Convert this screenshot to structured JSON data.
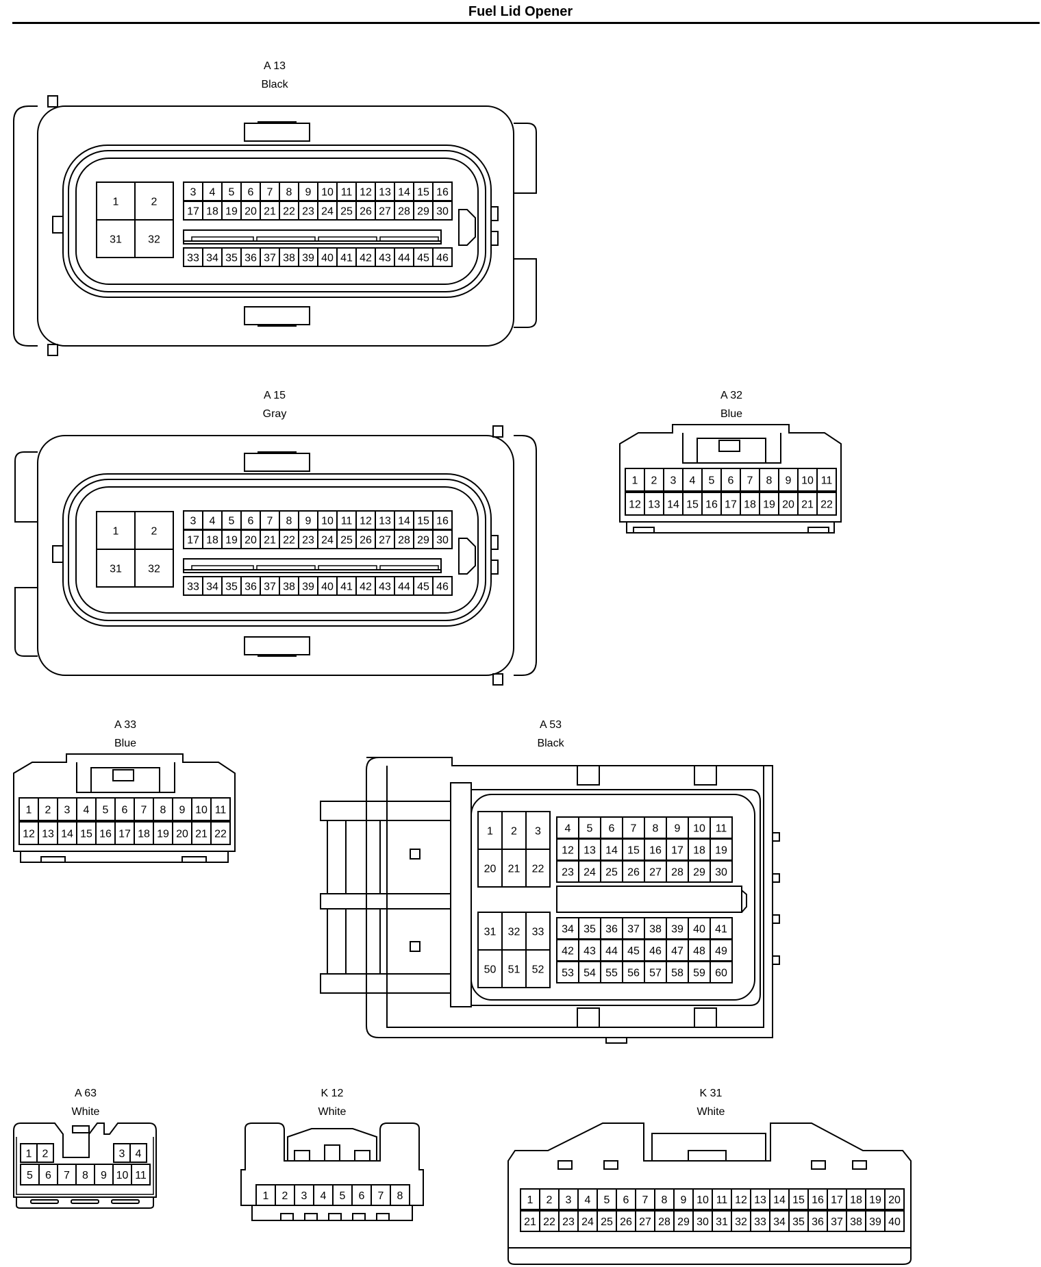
{
  "title": "Fuel Lid Opener",
  "connectors": {
    "a13": {
      "id": "A 13",
      "color": "Black"
    },
    "a15": {
      "id": "A 15",
      "color": "Gray"
    },
    "a32": {
      "id": "A 32",
      "color": "Blue"
    },
    "a33": {
      "id": "A 33",
      "color": "Blue"
    },
    "a53": {
      "id": "A 53",
      "color": "Black"
    },
    "a63": {
      "id": "A 63",
      "color": "White"
    },
    "k12": {
      "id": "K 12",
      "color": "White"
    },
    "k31": {
      "id": "K 31",
      "color": "White"
    }
  }
}
